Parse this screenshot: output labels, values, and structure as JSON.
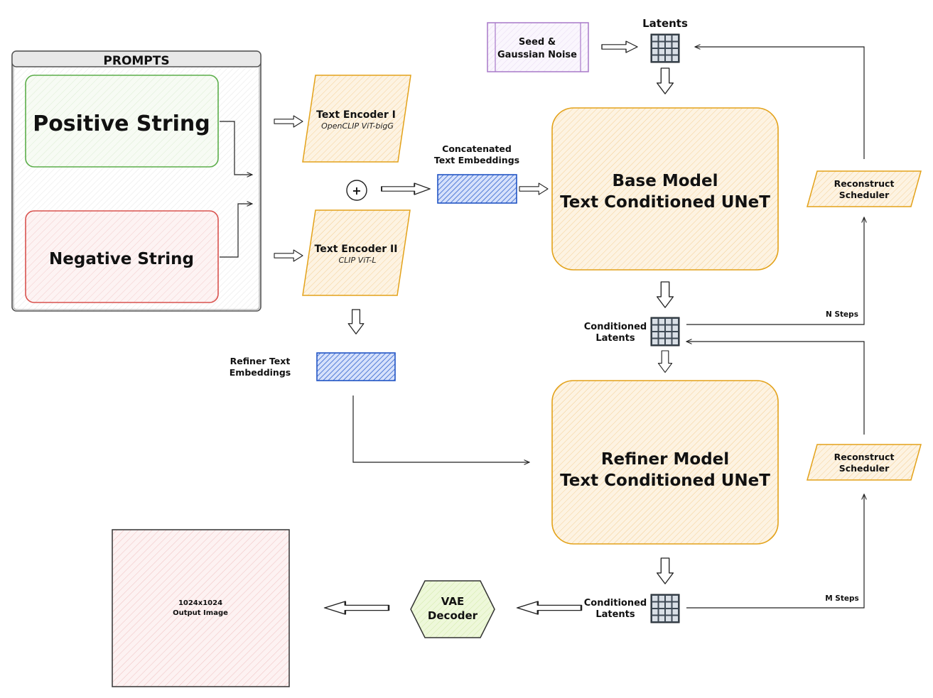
{
  "prompts": {
    "title": "PROMPTS",
    "positive": "Positive String",
    "negative": "Negative String"
  },
  "encoders": {
    "enc1_title": "Text Encoder I",
    "enc1_sub": "OpenCLIP ViT-bigG",
    "enc2_title": "Text Encoder II",
    "enc2_sub": "CLIP ViT-L",
    "plus": "+"
  },
  "concat": {
    "line1": "Concatenated",
    "line2": "Text Embeddings"
  },
  "refiner_emb": {
    "line1": "Refiner Text",
    "line2": "Embeddings"
  },
  "seed": {
    "line1": "Seed &",
    "line2": "Gaussian Noise"
  },
  "latents": "Latents",
  "base_model": {
    "line1": "Base Model",
    "line2": "Text Conditioned UNeT"
  },
  "refiner_model": {
    "line1": "Refiner Model",
    "line2": "Text Conditioned UNeT"
  },
  "scheduler1": {
    "line1": "Reconstruct",
    "line2": "Scheduler"
  },
  "scheduler2": {
    "line1": "Reconstruct",
    "line2": "Scheduler"
  },
  "cond_latents1": {
    "line1": "Conditioned",
    "line2": "Latents"
  },
  "cond_latents2": {
    "line1": "Conditioned",
    "line2": "Latents"
  },
  "n_steps": "N Steps",
  "m_steps": "M Steps",
  "vae": {
    "line1": "VAE",
    "line2": "Decoder"
  },
  "output": {
    "line1": "1024x1024",
    "line2": "Output Image"
  },
  "colors": {
    "green": "#5cae4a",
    "red": "#d9534f",
    "orange": "#e3a21a",
    "orange_fill": "#fdf0d9",
    "blue": "#2255c4",
    "purple": "#a879c9",
    "slate": "#3f4a55",
    "vae_fill": "#e4f3c6"
  }
}
